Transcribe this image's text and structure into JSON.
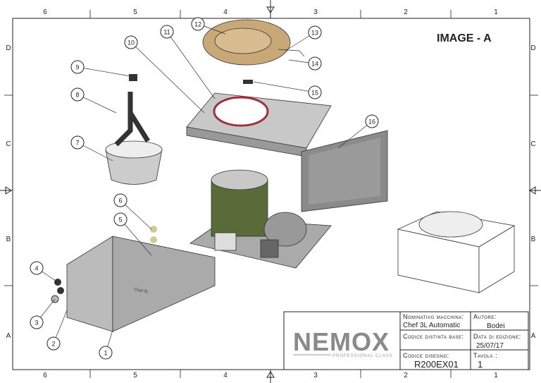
{
  "image_label": "IMAGE - A",
  "zones": {
    "columns": [
      "6",
      "5",
      "4",
      "3",
      "2",
      "1"
    ],
    "rows": [
      "D",
      "C",
      "B",
      "A"
    ]
  },
  "callouts": [
    "1",
    "2",
    "3",
    "4",
    "5",
    "6",
    "7",
    "8",
    "9",
    "10",
    "11",
    "12",
    "13",
    "14",
    "15",
    "16"
  ],
  "title_block": {
    "logo": "NEMOX",
    "logo_tagline": "PROFESSIONAL CLASS",
    "machine_name_label": "Nominativo macchina:",
    "machine_name": "Chef 3L Automatic",
    "author_label": "Autore:",
    "author": "Bodei",
    "bom_code_label": "Codice distinta base:",
    "bom_code": "",
    "edition_date_label": "Data di edizione:",
    "edition_date": "25/07/17",
    "drawing_code_label": "Codice disegno:",
    "drawing_code": "R200EX01",
    "sheet_label": "Tavola :",
    "sheet": "1"
  },
  "colors": {
    "lid": "#c9a878",
    "gasket": "#a0303a",
    "bowl": "#5a6b3a",
    "metal": "#b8b8b8"
  }
}
